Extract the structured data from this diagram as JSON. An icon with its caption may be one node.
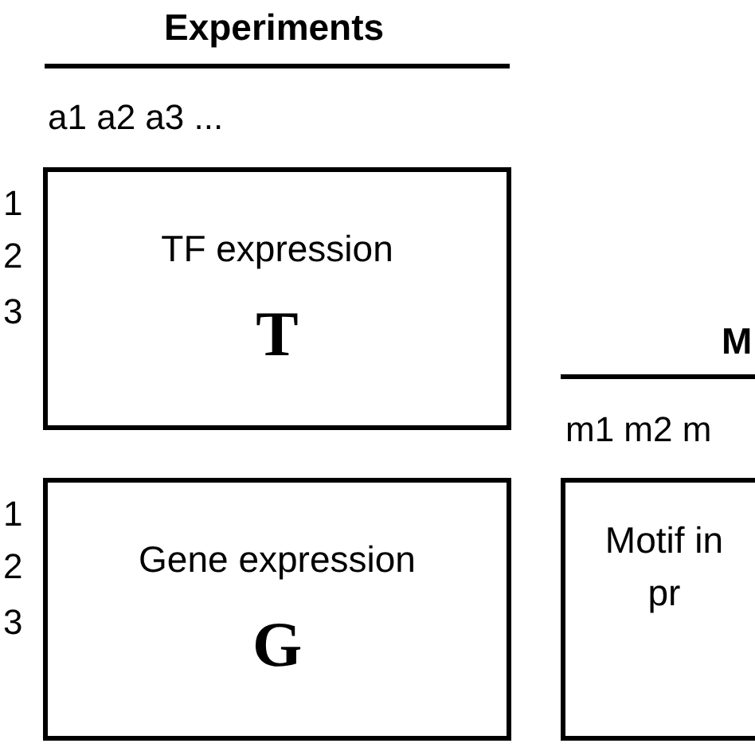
{
  "diagram": {
    "nodes": [
      {
        "text": [
          "TF expression",
          "T"
        ]
      },
      {
        "text": [
          "Gene expression",
          "G"
        ]
      },
      {
        "text": [
          "Motif in pr"
        ]
      }
    ],
    "labels": [
      "Experiments",
      "a1 a2 a3 ...",
      "1",
      "2",
      "3",
      "1",
      "2",
      "3",
      "M",
      "m1 m2 m"
    ]
  }
}
